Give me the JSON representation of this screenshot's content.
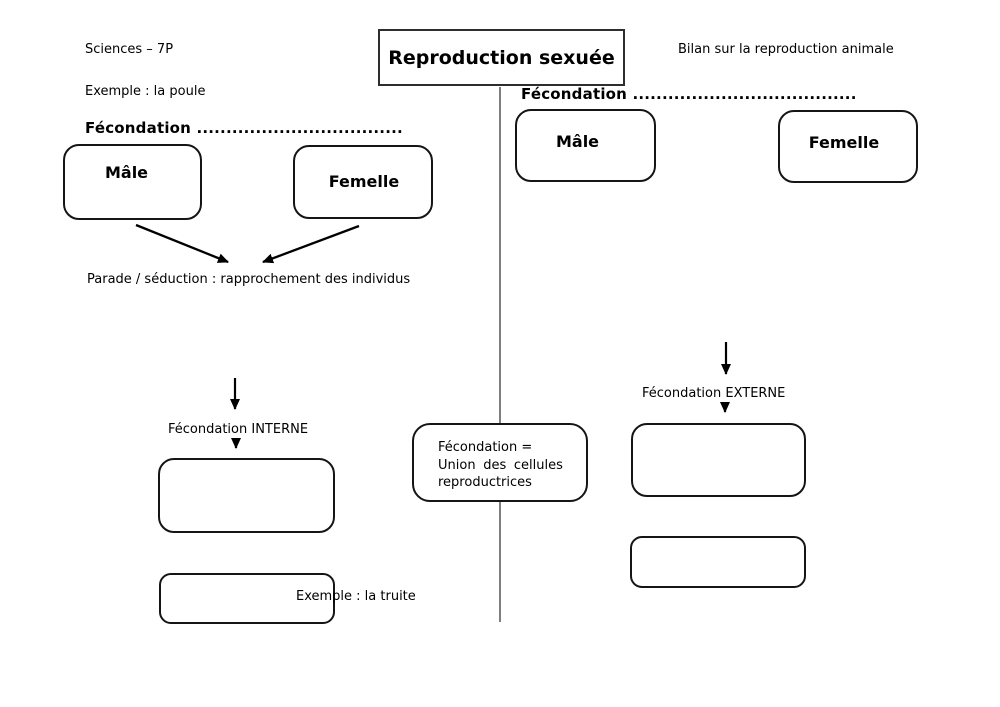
{
  "header": {
    "course": "Sciences – 7P",
    "title": "Reproduction sexuée",
    "note": "Bilan sur la reproduction animale"
  },
  "left": {
    "example_top": "Exemple : la poule",
    "fecondation_heading": "Fécondation ...................................",
    "male_label": "Mâle",
    "female_label": "Femelle",
    "parade_text": "Parade / séduction : rapprochement des individus",
    "interne_label": "Fécondation INTERNE",
    "example_bottom": "Exemple : la truite"
  },
  "center": {
    "definition_line1": "Fécondation =",
    "definition_line2": "Union des cellules",
    "definition_line3": "reproductrices"
  },
  "right": {
    "fecondation_heading": "Fécondation ......................................",
    "male_label": "Mâle",
    "female_label": "Femelle",
    "externe_label": "Fécondation EXTERNE"
  },
  "colors": {
    "ink": "#000000",
    "box_border": "#151515",
    "divider": "#7f7f7f",
    "background": "#ffffff"
  }
}
